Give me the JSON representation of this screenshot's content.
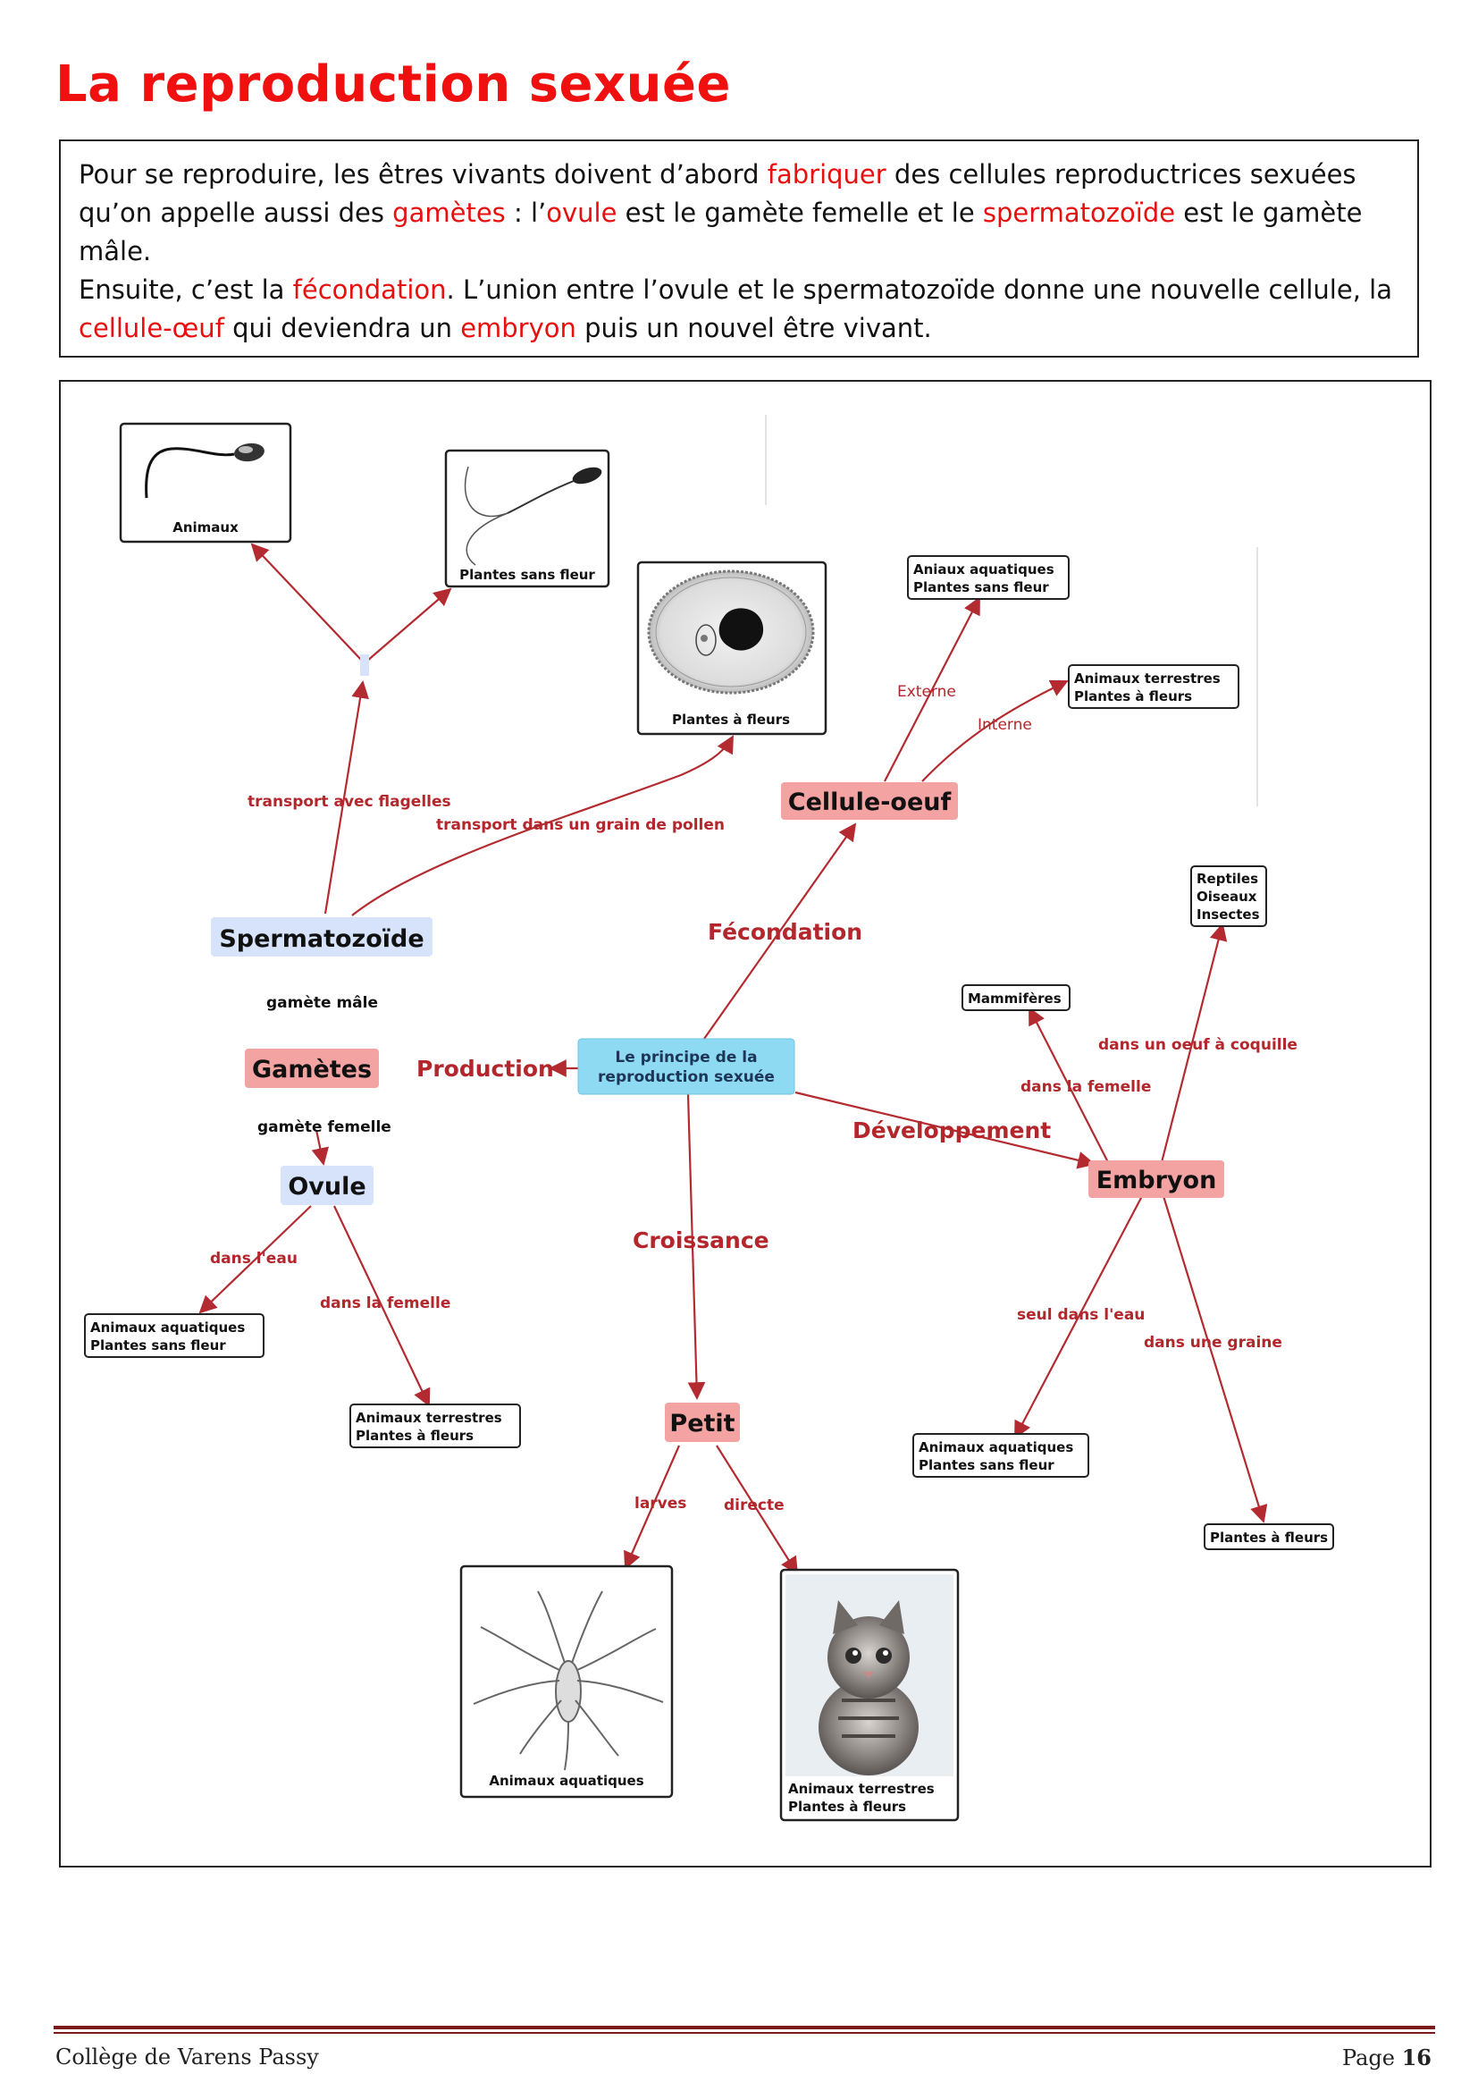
{
  "title": "La reproduction sexuée",
  "intro": {
    "l1a": "Pour se reproduire, les êtres vivants doivent d’abord ",
    "l1b": "fabriquer",
    "l1c": " des cellules reproductrices sexuées",
    "l2a": "qu’on appelle aussi des ",
    "l2b": "gamètes",
    "l2c": " : l’",
    "l2d": "ovule",
    "l2e": " est le gamète femelle et le ",
    "l2f": "spermatozoïde",
    "l2g": " est le gamète mâle.",
    "l3a": "Ensuite,  c’est la ",
    "l3b": "fécondation",
    "l3c": ". L’union entre l’ovule et le spermatozoïde donne une nouvelle cellule, la",
    "l4a": "cellule-œuf",
    "l4b": " qui deviendra un ",
    "l4c": "embryon",
    "l4d": " puis un nouvel être vivant."
  },
  "map": {
    "center": [
      "Le principe de la",
      "reproduction sexuée"
    ],
    "nodes": {
      "spermatozoide": "Spermatozoïde",
      "gametes": "Gamètes",
      "ovule": "Ovule",
      "cellule_oeuf": "Cellule-oeuf",
      "embryon": "Embryon",
      "petit": "Petit"
    },
    "links": {
      "production": "Production",
      "fecondation": "Fécondation",
      "developpement": "Développement",
      "croissance": "Croissance",
      "gamete_male": "gamète mâle",
      "gamete_femelle": "gamète femelle",
      "transport_flagelles": "transport avec flagelles",
      "transport_pollen": "transport dans un grain de pollen",
      "externe": "Externe",
      "interne": "Interne",
      "dans_eau": "dans l'eau",
      "dans_femelle_ovule": "dans la femelle",
      "dans_femelle_embryon": "dans la femelle",
      "oeuf_coquille": "dans un oeuf à coquille",
      "seul_eau": "seul dans l'eau",
      "dans_graine": "dans une graine",
      "larves": "larves",
      "directe": "directe"
    },
    "boxes": {
      "animaux": "Animaux",
      "plantes_sans_fleur": "Plantes sans fleur",
      "plantes_a_fleurs_img": "Plantes à fleurs",
      "oeuf_externe": [
        "Aniaux aquatiques",
        "Plantes sans fleur"
      ],
      "oeuf_interne": [
        "Animaux terrestres",
        "Plantes à fleurs"
      ],
      "reptiles": [
        "Reptiles",
        "Oiseaux",
        "Insectes"
      ],
      "mammiferes": "Mammifères",
      "ovule_eau": [
        "Animaux aquatiques",
        "Plantes sans fleur"
      ],
      "ovule_femelle": [
        "Animaux terrestres",
        "Plantes à fleurs"
      ],
      "embryon_eau": [
        "Animaux aquatiques",
        "Plantes sans fleur"
      ],
      "embryon_graine": "Plantes à fleurs",
      "larves_img": "Animaux aquatiques",
      "directe_img": [
        "Animaux terrestres",
        "Plantes à fleurs"
      ]
    }
  },
  "colors": {
    "title_red": "#f01010",
    "node_red": "#f4a3a3",
    "node_blue": "#d6e3fb",
    "center_cyan": "#8fdaf3",
    "link_red": "#b3262c",
    "arrow_red": "#b32b30"
  },
  "footer": {
    "left": "Collège de Varens Passy",
    "page_label": "Page",
    "page_number": "16"
  }
}
